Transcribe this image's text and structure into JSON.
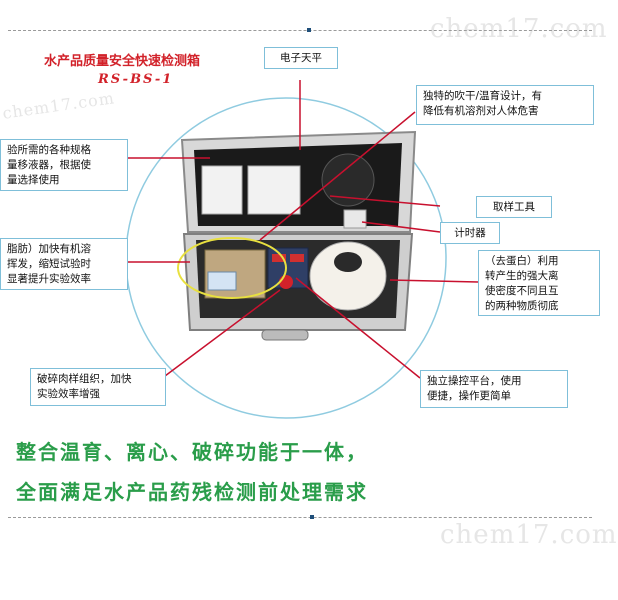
{
  "header": {
    "title": "水产品质量安全快速检测箱",
    "model": "RS-BS-1"
  },
  "callouts": {
    "balance": "电子天平",
    "dryer": "独特的吹干/温育设计，有\n降低有机溶剂对人体危害",
    "pipette": "验所需的各种规格\n量移液器，根据使\n量选择使用",
    "sampling": "取样工具",
    "timer": "计时器",
    "heater": "脂肪）加快有机溶\n挥发，缩短试验时\n显著提升实验效率",
    "centrifuge": "（去蛋白）利用\n转产生的强大离\n使密度不同且互\n的两种物质彻底",
    "crusher": "破碎肉样组织，加快\n实验效率增强",
    "control": "独立操控平台，使用\n便捷，操作更简单"
  },
  "slogan": {
    "line1": "整合温育、离心、破碎功能于一体，",
    "line2": "全面满足水产品药残检测前处理需求"
  },
  "watermarks": {
    "top": "chem17.com",
    "left": "chem17.com",
    "bottom": "chem17.com"
  },
  "colors": {
    "title_red": "#d2222a",
    "slogan_green": "#2a9d4a",
    "callout_border": "#7fbfd9",
    "leader_red": "#c8102e"
  }
}
